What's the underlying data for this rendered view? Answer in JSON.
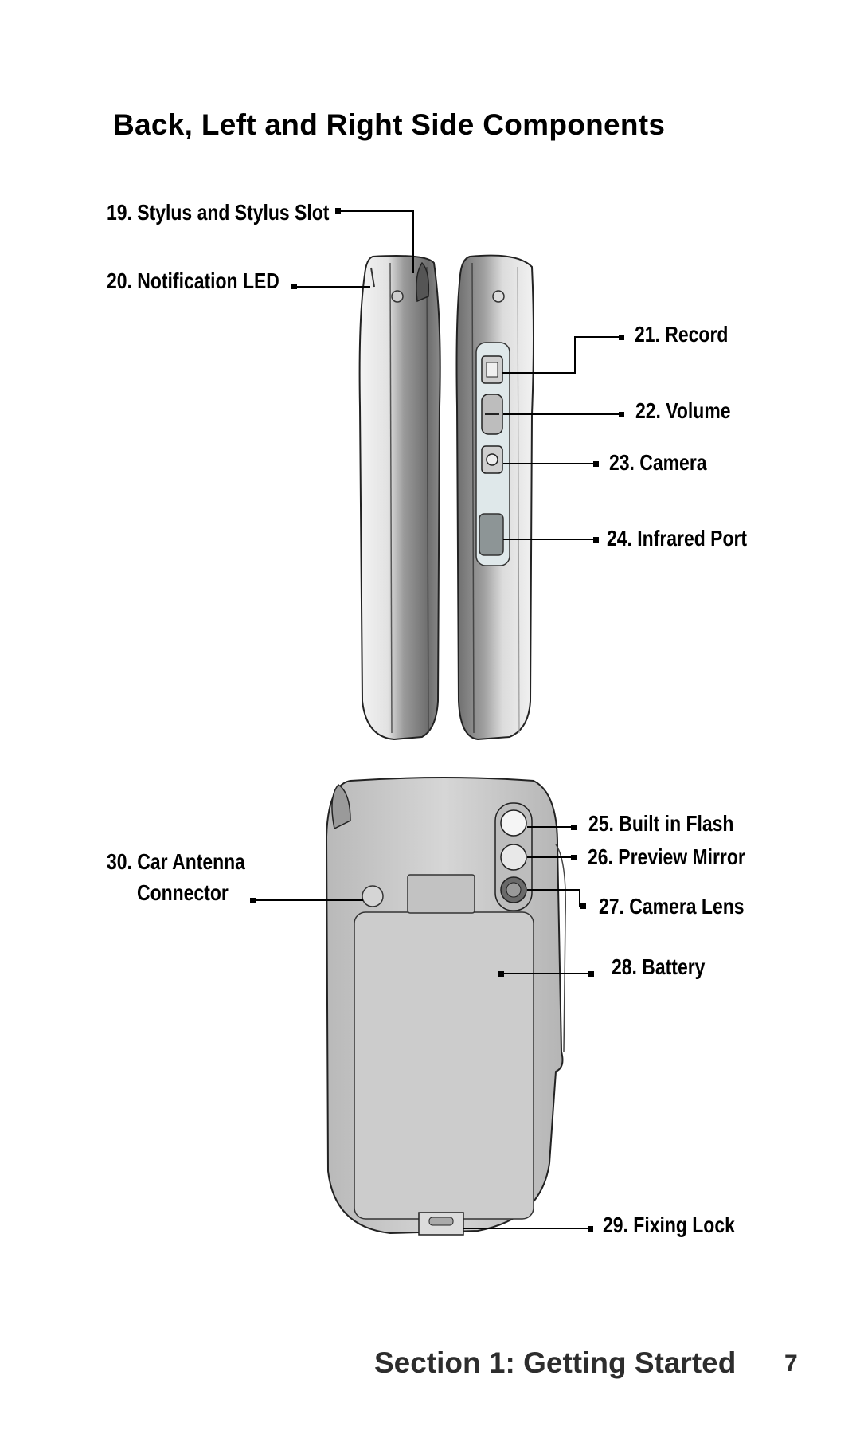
{
  "heading": "Back, Left and Right Side Components",
  "labels": {
    "l19": "19. Stylus and Stylus Slot",
    "l20": "20. Notification LED",
    "l21": "21. Record",
    "l22": "22. Volume",
    "l23": "23. Camera",
    "l24": "24. Infrared Port",
    "l25": "25. Built in Flash",
    "l26": "26. Preview Mirror",
    "l27": "27. Camera Lens",
    "l28": "28. Battery",
    "l29": "29. Fixing Lock",
    "l30a": "30. Car Antenna",
    "l30b": "Connector"
  },
  "footer": {
    "section": "Section 1: Getting Started",
    "page_number": "7"
  }
}
